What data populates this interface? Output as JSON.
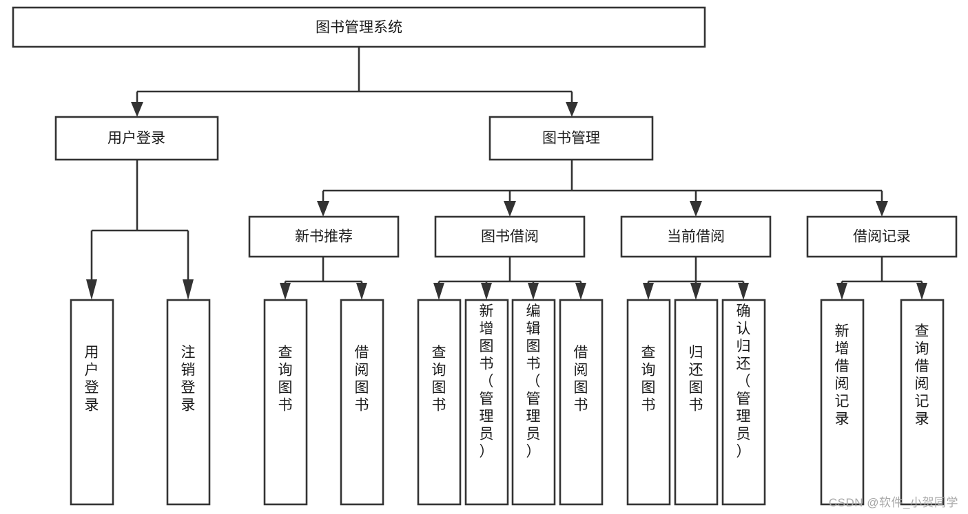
{
  "diagram": {
    "type": "hierarchy-tree",
    "title": "图书管理系统",
    "orientation": "top-down",
    "colors": {
      "stroke": "#333333",
      "fill": "#ffffff",
      "text": "#1b1b1b",
      "watermark": "#a8a8a8"
    },
    "levels": {
      "root": {
        "label": "图书管理系统"
      },
      "level2": [
        {
          "id": "user-login",
          "label": "用户登录"
        },
        {
          "id": "book-management",
          "label": "图书管理"
        }
      ],
      "level3": [
        {
          "id": "new-book-recommend",
          "label": "新书推荐",
          "parent": "book-management"
        },
        {
          "id": "book-borrow",
          "label": "图书借阅",
          "parent": "book-management"
        },
        {
          "id": "current-borrow",
          "label": "当前借阅",
          "parent": "book-management"
        },
        {
          "id": "borrow-record",
          "label": "借阅记录",
          "parent": "book-management"
        }
      ],
      "leaves": [
        {
          "id": "leaf-user-login",
          "label": "用户登录",
          "parent": "user-login"
        },
        {
          "id": "leaf-logout-login",
          "label": "注销登录",
          "parent": "user-login"
        },
        {
          "id": "leaf-query-book-1",
          "label": "查询图书",
          "parent": "new-book-recommend"
        },
        {
          "id": "leaf-borrow-book-1",
          "label": "借阅图书",
          "parent": "new-book-recommend"
        },
        {
          "id": "leaf-query-book-2",
          "label": "查询图书",
          "parent": "book-borrow"
        },
        {
          "id": "leaf-add-book",
          "label": "新增图书（管理员）",
          "parent": "book-borrow"
        },
        {
          "id": "leaf-edit-book",
          "label": "编辑图书（管理员）",
          "parent": "book-borrow"
        },
        {
          "id": "leaf-borrow-book-2",
          "label": "借阅图书",
          "parent": "book-borrow"
        },
        {
          "id": "leaf-query-book-3",
          "label": "查询图书",
          "parent": "current-borrow"
        },
        {
          "id": "leaf-return-book",
          "label": "归还图书",
          "parent": "current-borrow"
        },
        {
          "id": "leaf-confirm-return",
          "label": "确认归还（管理员）",
          "parent": "current-borrow"
        },
        {
          "id": "leaf-add-record",
          "label": "新增借阅记录",
          "parent": "borrow-record"
        },
        {
          "id": "leaf-query-record",
          "label": "查询借阅记录",
          "parent": "borrow-record"
        }
      ]
    }
  },
  "watermark": {
    "text": "CSDN @软件_小贺同学"
  }
}
